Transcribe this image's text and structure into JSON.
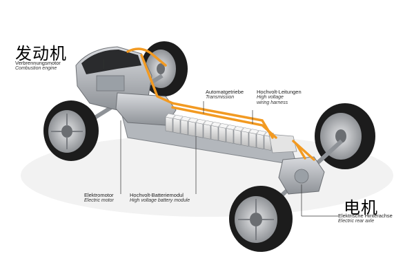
{
  "labels": {
    "engine_cn": "发动机",
    "engine_de": "Verbrennungsmotor",
    "engine_en": "Combustion engine",
    "transmission_de": "Automatgetriebe",
    "transmission_en": "Transmission",
    "wiring_de": "Hochvolt-Leitungen",
    "wiring_en_1": "High voltage",
    "wiring_en_2": "wiring harness",
    "motor_de": "Elektromotor",
    "motor_en": "Electric motor",
    "battery_de": "Hochvolt-Batteriemodul",
    "battery_en": "High voltage battery module",
    "rear_cn": "电机",
    "rear_de": "Elektrische Hinterachse",
    "rear_en": "Electric rear axle"
  },
  "colors": {
    "tire": "#1c1c1c",
    "rim": "#c7c9cc",
    "chassis": "#a7abb0",
    "battery_cells": "#eaeaea",
    "wiring_orange": "#f29a22"
  }
}
